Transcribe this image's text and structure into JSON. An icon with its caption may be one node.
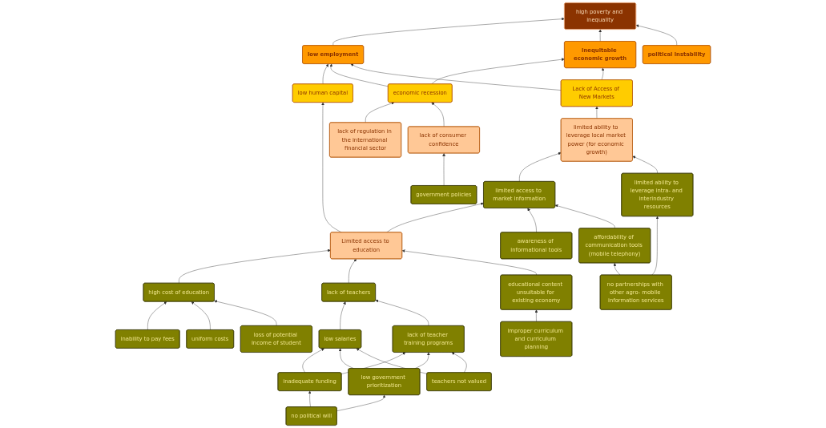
{
  "diagram": {
    "nodes": [
      {
        "text": [
          "high poverty and inequality"
        ]
      },
      {
        "text": [
          "low employment"
        ]
      },
      {
        "text": [
          "inequitable economic growth"
        ]
      },
      {
        "text": [
          "political instability"
        ]
      },
      {
        "text": [
          "low human capital"
        ]
      },
      {
        "text": [
          "economic recession"
        ]
      },
      {
        "text": [
          "Lack of Access of New Markets"
        ]
      },
      {
        "text": [
          "Limited access to education"
        ]
      },
      {
        "text": [
          "lack of regulation in the international financial sector"
        ]
      },
      {
        "text": [
          "lack of consumer confidence"
        ]
      },
      {
        "text": [
          "limited ability to leverage local market power (for economic growth)"
        ]
      },
      {
        "text": [
          "inability to pay fees"
        ]
      },
      {
        "text": [
          "high cost of education"
        ]
      },
      {
        "text": [
          "lack of teachers"
        ]
      },
      {
        "text": [
          "educational content unsuitable for existing economy"
        ]
      },
      {
        "text": [
          "government policies"
        ]
      },
      {
        "text": [
          "uniform costs"
        ]
      },
      {
        "text": [
          "loss of potential income of student"
        ]
      },
      {
        "text": [
          "low salaries"
        ]
      },
      {
        "text": [
          "improper curriculum and curriculum planning"
        ]
      },
      {
        "text": [
          "limited access to market information"
        ]
      },
      {
        "text": [
          "limited ability to leverage intra- and interindustry resources"
        ]
      },
      {
        "text": [
          "inadequate funding"
        ]
      },
      {
        "text": [
          "lack of teacher training programs"
        ]
      },
      {
        "text": [
          "awareness of informational tools"
        ]
      },
      {
        "text": [
          "affordability of communication tools (mobile telephony)"
        ]
      },
      {
        "text": [
          "no partnerships with other agro- mobile information services"
        ]
      },
      {
        "text": [
          "no political will"
        ]
      },
      {
        "text": [
          "low government prioritization"
        ]
      },
      {
        "text": [
          "teachers not valued"
        ]
      }
    ],
    "edges": [
      {
        "from": 1,
        "to": 0,
        "arrow": "to"
      },
      {
        "from": 2,
        "to": 0,
        "arrow": "to"
      },
      {
        "from": 3,
        "to": 0,
        "arrow": "to"
      },
      {
        "from": 4,
        "to": 1,
        "arrow": "to"
      },
      {
        "from": 5,
        "to": 1,
        "arrow": "to"
      },
      {
        "from": 6,
        "to": 1,
        "arrow": "to"
      },
      {
        "from": 5,
        "to": 2,
        "arrow": "to"
      },
      {
        "from": 6,
        "to": 2,
        "arrow": "to"
      },
      {
        "from": 7,
        "to": 4,
        "arrow": "to"
      },
      {
        "from": 8,
        "to": 5,
        "arrow": "to"
      },
      {
        "from": 9,
        "to": 5,
        "arrow": "to"
      },
      {
        "from": 10,
        "to": 6,
        "arrow": "to"
      },
      {
        "from": 12,
        "to": 7,
        "arrow": "to"
      },
      {
        "from": 13,
        "to": 7,
        "arrow": "to"
      },
      {
        "from": 14,
        "to": 7,
        "arrow": "to"
      },
      {
        "from": 7,
        "to": 20,
        "arrow": "to"
      },
      {
        "from": 15,
        "to": 9,
        "arrow": "to"
      },
      {
        "from": 20,
        "to": 10,
        "arrow": "to"
      },
      {
        "from": 21,
        "to": 10,
        "arrow": "to"
      },
      {
        "from": 11,
        "to": 12,
        "arrow": "to"
      },
      {
        "from": 16,
        "to": 12,
        "arrow": "to"
      },
      {
        "from": 17,
        "to": 12,
        "arrow": "to"
      },
      {
        "from": 18,
        "to": 13,
        "arrow": "to"
      },
      {
        "from": 23,
        "to": 13,
        "arrow": "to"
      },
      {
        "from": 19,
        "to": 14,
        "arrow": "to"
      },
      {
        "from": 22,
        "to": 18,
        "arrow": "to"
      },
      {
        "from": 28,
        "to": 18,
        "arrow": "to"
      },
      {
        "from": 29,
        "to": 18,
        "arrow": "to"
      },
      {
        "from": 22,
        "to": 23,
        "arrow": "to"
      },
      {
        "from": 28,
        "to": 23,
        "arrow": "to"
      },
      {
        "from": 29,
        "to": 23,
        "arrow": "to"
      },
      {
        "from": 27,
        "to": 22,
        "arrow": "to"
      },
      {
        "from": 27,
        "to": 28,
        "arrow": "to"
      },
      {
        "from": 24,
        "to": 20,
        "arrow": "to"
      },
      {
        "from": 25,
        "to": 20,
        "arrow": "to"
      },
      {
        "from": 26,
        "to": 25,
        "arrow": "to"
      },
      {
        "from": 26,
        "to": 21,
        "arrow": "to"
      }
    ]
  }
}
